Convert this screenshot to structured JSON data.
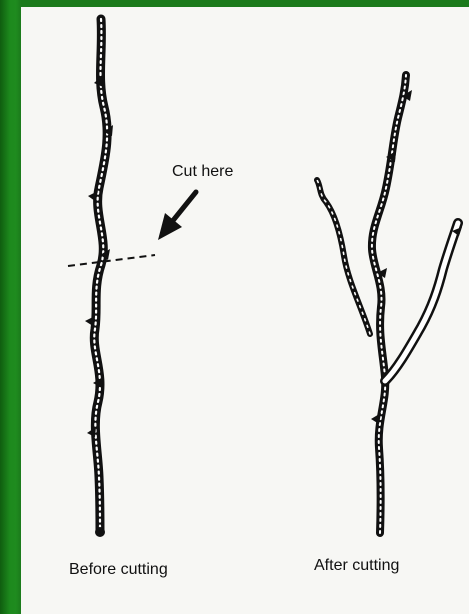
{
  "labels": {
    "cut_here": "Cut here",
    "before_cutting": "Before cutting",
    "after_cutting": "After cutting"
  },
  "colors": {
    "frame_green": "#1b7a1b",
    "panel": "#f7f7f4",
    "ink": "#111111"
  }
}
